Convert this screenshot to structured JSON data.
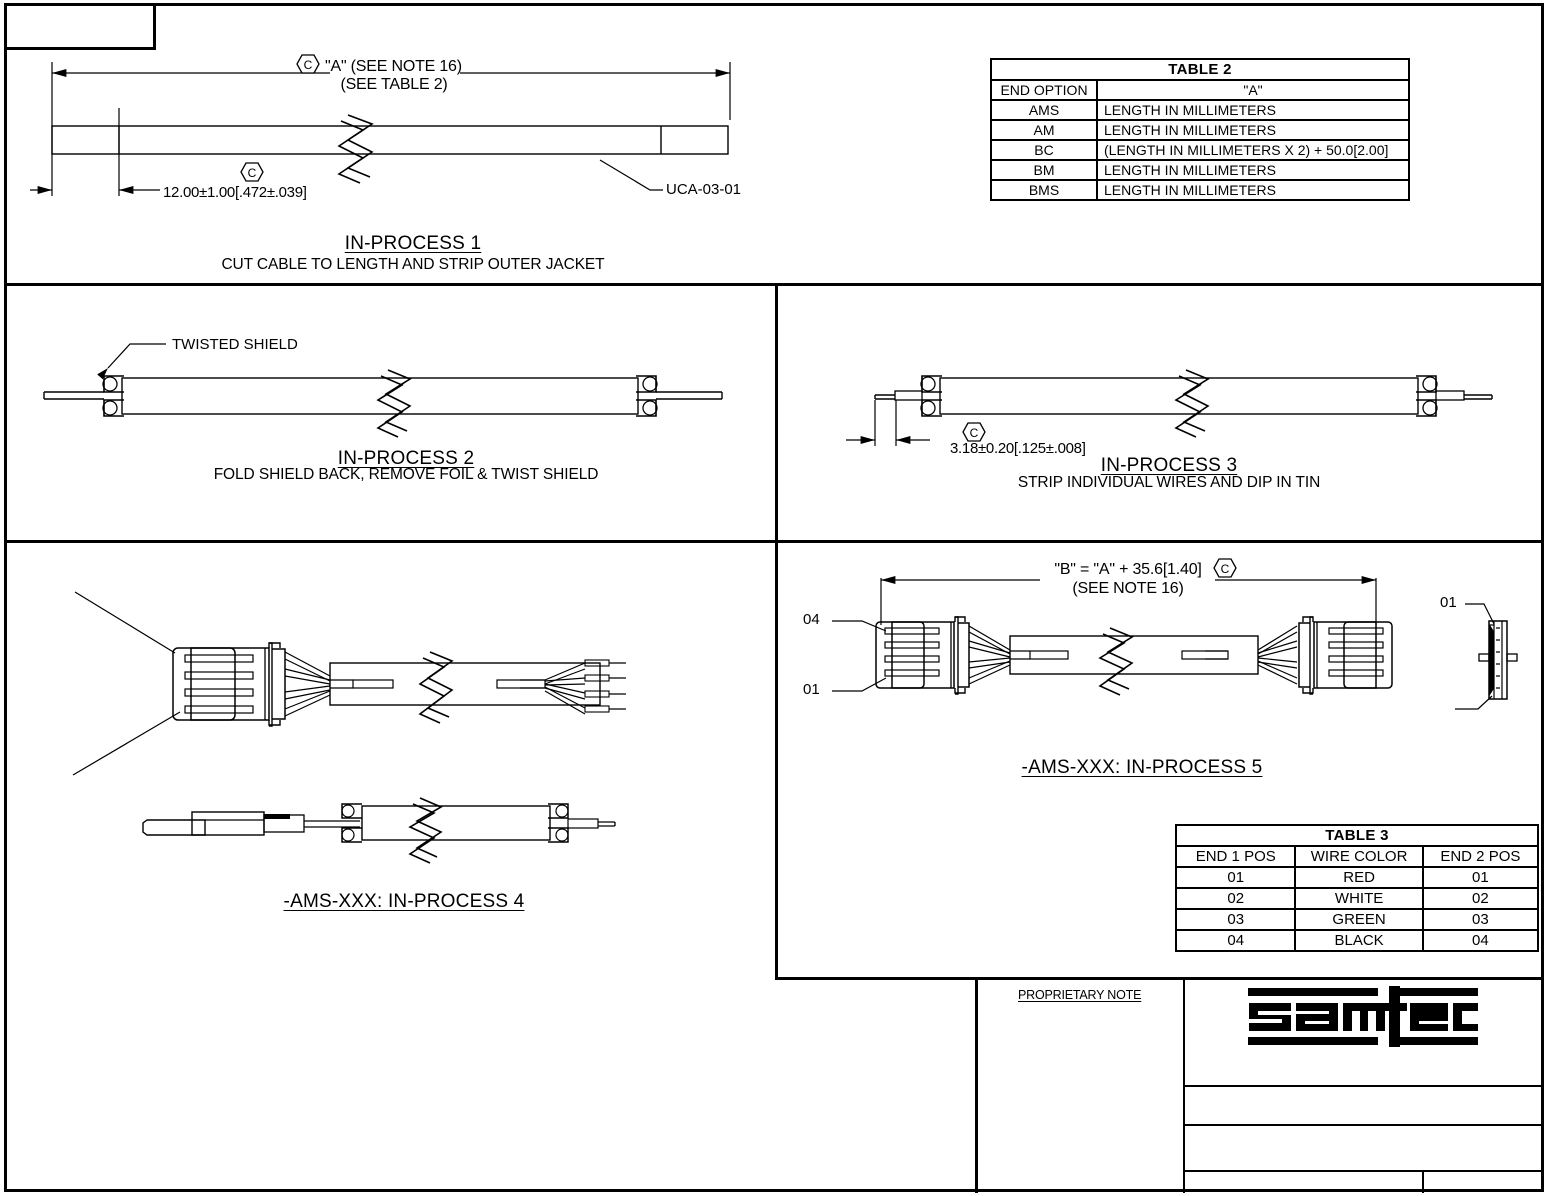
{
  "sheet": {
    "title": "Samtec Cable Assembly In-Process Drawing"
  },
  "panels": {
    "p1": {
      "dim_a_label": "\"A\" (SEE NOTE 16)",
      "dim_a_sub": "(SEE TABLE 2)",
      "strip_dim": "12.00±1.00[.472±.039]",
      "part_callout": "UCA-03-01",
      "title": "IN-PROCESS 1",
      "subtitle": "CUT CABLE TO LENGTH AND STRIP OUTER JACKET",
      "flag": "C"
    },
    "p2": {
      "shield_callout": "TWISTED SHIELD",
      "title": "IN-PROCESS 2",
      "subtitle": "FOLD SHIELD BACK, REMOVE FOIL & TWIST SHIELD"
    },
    "p3": {
      "strip_dim": "3.18±0.20[.125±.008]",
      "title": "IN-PROCESS 3",
      "subtitle": "STRIP INDIVIDUAL WIRES AND DIP IN TIN",
      "flag": "C"
    },
    "p4": {
      "title": "-AMS-XXX: IN-PROCESS 4"
    },
    "p5": {
      "dim_b_label": "\"B\" = \"A\" + 35.6[1.40]",
      "dim_b_sub": "(SEE NOTE 16)",
      "pos_top": "04",
      "pos_bottom": "01",
      "endview_pos": "01",
      "title": "-AMS-XXX: IN-PROCESS 5",
      "flag": "C"
    }
  },
  "table2": {
    "title": "TABLE 2",
    "headers": [
      "END OPTION",
      "\"A\""
    ],
    "rows": [
      [
        "AMS",
        "LENGTH IN MILLIMETERS"
      ],
      [
        "AM",
        "LENGTH IN MILLIMETERS"
      ],
      [
        "BC",
        "(LENGTH IN MILLIMETERS X 2) + 50.0[2.00]"
      ],
      [
        "BM",
        "LENGTH IN MILLIMETERS"
      ],
      [
        "BMS",
        "LENGTH IN MILLIMETERS"
      ]
    ]
  },
  "table3": {
    "title": "TABLE 3",
    "headers": [
      "END 1 POS",
      "WIRE COLOR",
      "END 2 POS"
    ],
    "rows": [
      [
        "01",
        "RED",
        "01"
      ],
      [
        "02",
        "WHITE",
        "02"
      ],
      [
        "03",
        "GREEN",
        "03"
      ],
      [
        "04",
        "BLACK",
        "04"
      ]
    ]
  },
  "title_block": {
    "proprietary_note": "PROPRIETARY NOTE",
    "logo_text": "samtec"
  },
  "colors": {
    "ink": "#000000",
    "paper": "#ffffff"
  }
}
